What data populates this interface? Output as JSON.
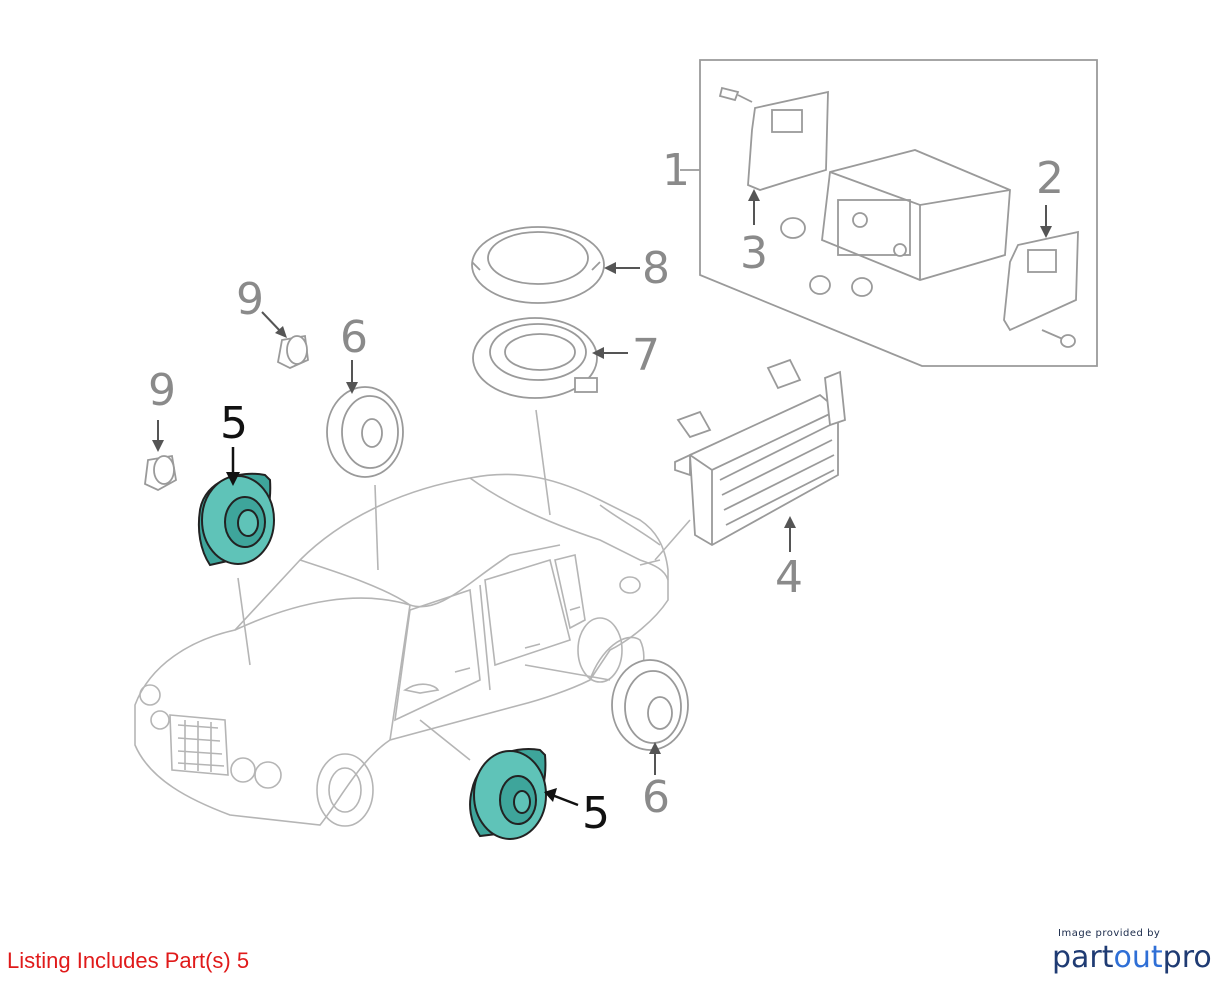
{
  "diagram": {
    "callouts": [
      {
        "id": "c1",
        "label": "1",
        "highlighted": false
      },
      {
        "id": "c2",
        "label": "2",
        "highlighted": false
      },
      {
        "id": "c3",
        "label": "3",
        "highlighted": false
      },
      {
        "id": "c4",
        "label": "4",
        "highlighted": false
      },
      {
        "id": "c5a",
        "label": "5",
        "highlighted": true
      },
      {
        "id": "c5b",
        "label": "5",
        "highlighted": true
      },
      {
        "id": "c6a",
        "label": "6",
        "highlighted": false
      },
      {
        "id": "c6b",
        "label": "6",
        "highlighted": false
      },
      {
        "id": "c7",
        "label": "7",
        "highlighted": false
      },
      {
        "id": "c8",
        "label": "8",
        "highlighted": false
      },
      {
        "id": "c9a",
        "label": "9",
        "highlighted": false
      },
      {
        "id": "c9b",
        "label": "9",
        "highlighted": false
      }
    ],
    "highlight_color": "#5fc3b8",
    "line_color": "#b5b5b5"
  },
  "footer": {
    "listing_text": "Listing Includes Part(s) 5",
    "listing_color": "#e01a1a",
    "provider_caption": "Image provided by",
    "provider_logo_part1": "part",
    "provider_logo_part2": "out",
    "provider_logo_part3": "pro"
  }
}
